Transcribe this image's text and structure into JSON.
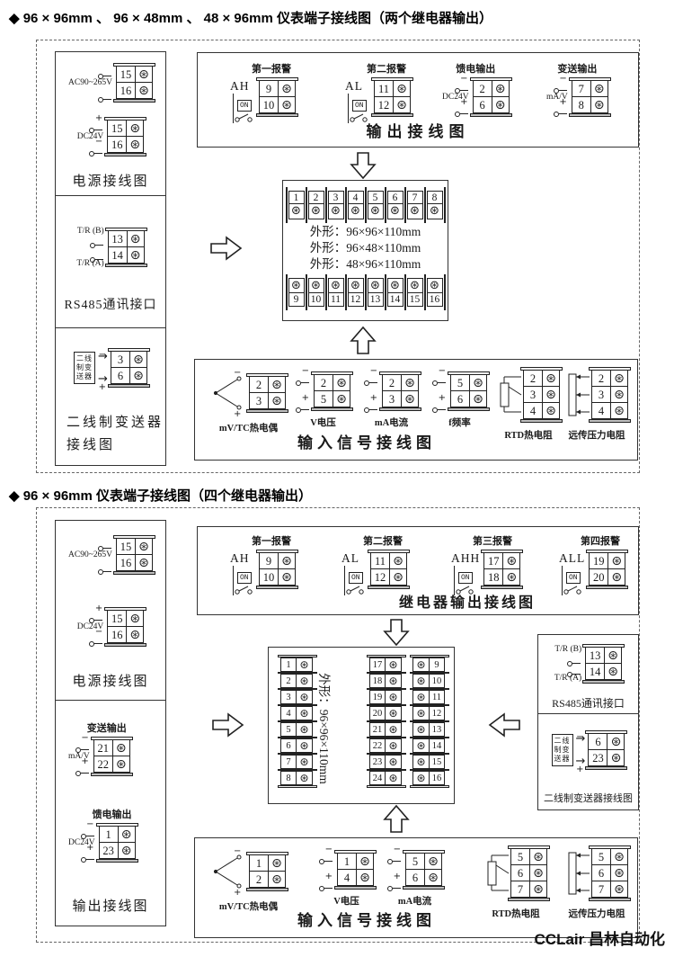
{
  "watermark": "CCLair 昌林自动化",
  "icons": {
    "screw": "⊛",
    "transmitter_arrow": "→"
  },
  "sec1": {
    "title": "◆ 96 × 96mm 、 96 × 48mm 、 48 × 96mm 仪表端子接线图（两个继电器输出）",
    "power": {
      "caption": "电源接线图",
      "ac_label": "AC90~265V",
      "ac_terminals": [
        "15",
        "16"
      ],
      "dc_label": "DC24V",
      "dc_plus": "+",
      "dc_minus": "−",
      "dc_terminals": [
        "15",
        "16"
      ]
    },
    "rs485": {
      "caption": "RS485通讯接口",
      "b_label": "T/R (B)",
      "a_label": "T/R (A)",
      "terminals": [
        "13",
        "14"
      ]
    },
    "transmitter": {
      "caption_line1": "二线制变送器",
      "caption_line2": "接线图",
      "device": "二线制变送器",
      "minus": "−",
      "plus": "+",
      "terminals": [
        "3",
        "6"
      ]
    },
    "output": {
      "caption": "输出接线图",
      "alarm1": {
        "title": "第一报警",
        "name": "AH",
        "sw": "ON",
        "terminals": [
          "9",
          "10"
        ]
      },
      "alarm2": {
        "title": "第二报警",
        "name": "AL",
        "sw": "ON",
        "terminals": [
          "11",
          "12"
        ]
      },
      "feed": {
        "title": "馈电输出",
        "label": "DC24V",
        "minus": "−",
        "plus": "+",
        "terminals": [
          "2",
          "6"
        ]
      },
      "transmit": {
        "title": "变送输出",
        "label": "mA/V",
        "minus": "−",
        "plus": "+",
        "terminals": [
          "7",
          "8"
        ]
      }
    },
    "center": {
      "top_terminals": [
        "1",
        "2",
        "3",
        "4",
        "5",
        "6",
        "7",
        "8"
      ],
      "bottom_terminals": [
        "9",
        "10",
        "11",
        "12",
        "13",
        "14",
        "15",
        "16"
      ],
      "dims": [
        "外形：96×96×110mm",
        "外形：96×48×110mm",
        "外形：48×96×110mm"
      ]
    },
    "input": {
      "caption": "输入信号接线图",
      "tc": {
        "label": "mV/TC热电偶",
        "minus": "−",
        "plus": "+",
        "terminals": [
          "2",
          "3"
        ]
      },
      "v": {
        "label": "V电压",
        "minus": "−",
        "plus": "+",
        "terminals": [
          "2",
          "5"
        ]
      },
      "ma": {
        "label": "mA电流",
        "minus": "−",
        "plus": "+",
        "terminals": [
          "2",
          "3"
        ]
      },
      "f": {
        "label": "f频率",
        "minus": "−",
        "plus": "+",
        "terminals": [
          "5",
          "6"
        ]
      },
      "rtd": {
        "label": "RTD热电阻",
        "terminals": [
          "2",
          "3",
          "4"
        ]
      },
      "remote": {
        "label": "远传压力电阻",
        "terminals": [
          "2",
          "3",
          "4"
        ]
      }
    }
  },
  "sec2": {
    "title": "◆ 96 × 96mm 仪表端子接线图（四个继电器输出）",
    "power": {
      "caption": "电源接线图",
      "ac_label": "AC90~265V",
      "ac_terminals": [
        "15",
        "16"
      ],
      "dc_label": "DC24V",
      "dc_plus": "+",
      "dc_minus": "−",
      "dc_terminals": [
        "15",
        "16"
      ]
    },
    "output": {
      "caption": "输出接线图",
      "transmit": {
        "title": "变送输出",
        "label": "mA/V",
        "minus": "−",
        "plus": "+",
        "terminals": [
          "21",
          "22"
        ]
      },
      "feed": {
        "title": "馈电输出",
        "label": "DC24V",
        "minus": "−",
        "plus": "+",
        "terminals": [
          "1",
          "23"
        ]
      }
    },
    "relay": {
      "caption": "继电器输出接线图",
      "alarms": [
        {
          "title": "第一报警",
          "name": "AH",
          "sw": "ON",
          "terminals": [
            "9",
            "10"
          ]
        },
        {
          "title": "第二报警",
          "name": "AL",
          "sw": "ON",
          "terminals": [
            "11",
            "12"
          ]
        },
        {
          "title": "第三报警",
          "name": "AHH",
          "sw": "ON",
          "terminals": [
            "17",
            "18"
          ]
        },
        {
          "title": "第四报警",
          "name": "ALL",
          "sw": "ON",
          "terminals": [
            "19",
            "20"
          ]
        }
      ]
    },
    "center": {
      "col1": [
        "1",
        "2",
        "3",
        "4",
        "5",
        "6",
        "7",
        "8"
      ],
      "col2": [
        "17",
        "18",
        "19",
        "20",
        "21",
        "22",
        "23",
        "24"
      ],
      "col3": [
        "9",
        "10",
        "11",
        "12",
        "13",
        "14",
        "15",
        "16"
      ],
      "dims": "外形：96×96×110mm"
    },
    "rs485": {
      "caption": "RS485通讯接口",
      "b_label": "T/R (B)",
      "a_label": "T/R (A)",
      "terminals": [
        "13",
        "14"
      ]
    },
    "transmitter": {
      "caption": "二线制变送器接线图",
      "device": "二线制变送器",
      "minus": "−",
      "plus": "+",
      "terminals": [
        "6",
        "23"
      ]
    },
    "input": {
      "caption": "输入信号接线图",
      "tc": {
        "label": "mV/TC热电偶",
        "minus": "−",
        "plus": "+",
        "terminals": [
          "1",
          "2"
        ]
      },
      "v": {
        "label": "V电压",
        "minus": "−",
        "plus": "+",
        "terminals": [
          "1",
          "4"
        ]
      },
      "ma": {
        "label": "mA电流",
        "minus": "−",
        "plus": "+",
        "terminals": [
          "5",
          "6"
        ]
      },
      "rtd": {
        "label": "RTD热电阻",
        "terminals": [
          "5",
          "6",
          "7"
        ]
      },
      "remote": {
        "label": "远传压力电阻",
        "terminals": [
          "5",
          "6",
          "7"
        ]
      }
    }
  }
}
